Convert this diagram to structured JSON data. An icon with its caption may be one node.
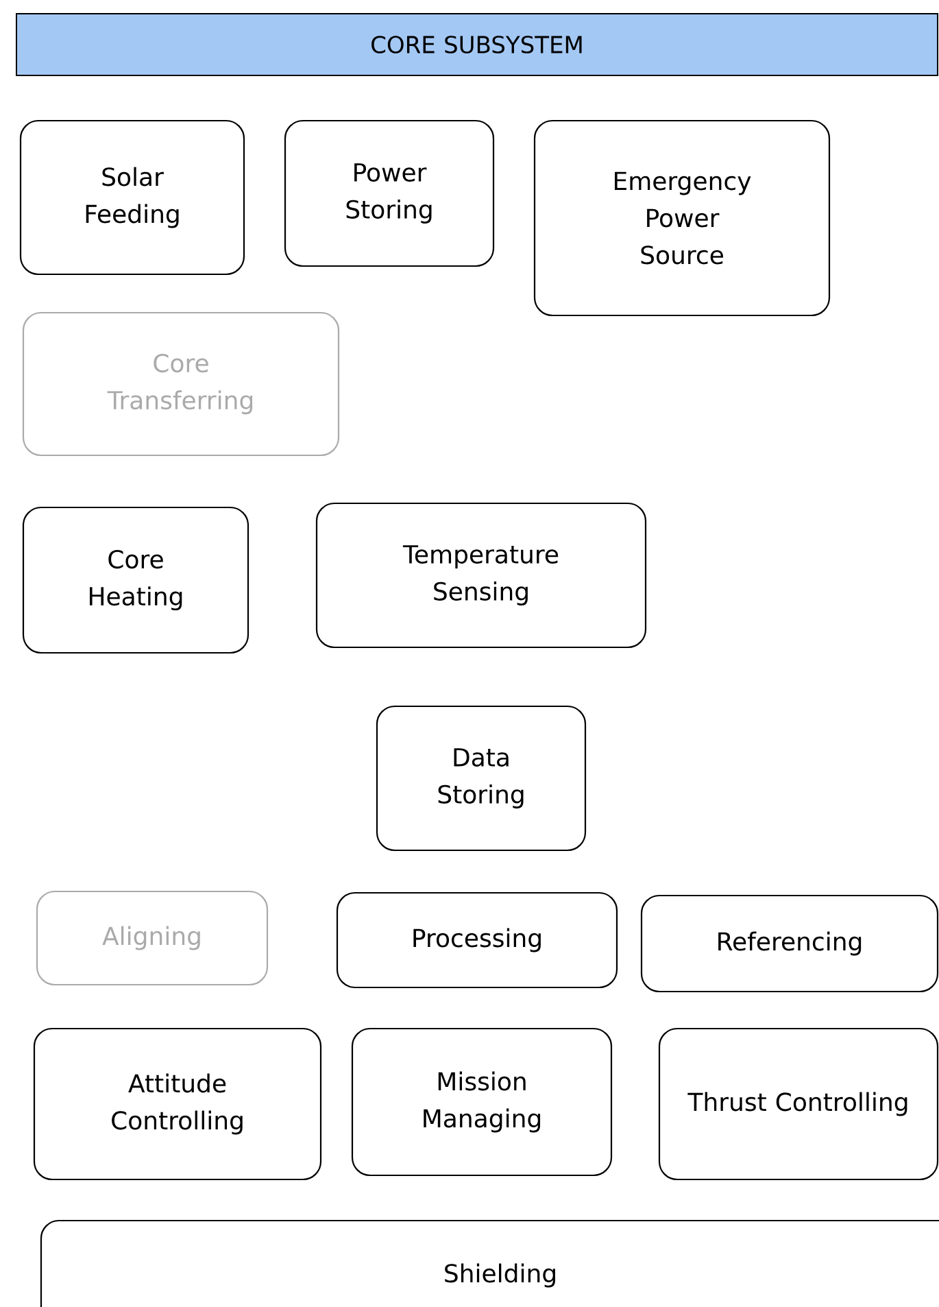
{
  "diagram": {
    "nodes": [
      {
        "text": [
          "CORE SUBSYSTEM"
        ]
      },
      {
        "text": [
          "Solar Feeding"
        ]
      },
      {
        "text": [
          "Power Storing"
        ]
      },
      {
        "text": [
          "Emergency Power Source"
        ]
      },
      {
        "text": [
          "Core Transferring"
        ]
      },
      {
        "text": [
          "Core Heating"
        ]
      },
      {
        "text": [
          "Temperature Sensing"
        ]
      },
      {
        "text": [
          "Data Storing"
        ]
      },
      {
        "text": [
          "Aligning"
        ]
      },
      {
        "text": [
          "Processing"
        ]
      },
      {
        "text": [
          "Referencing"
        ]
      },
      {
        "text": [
          "Attitude Controlling"
        ]
      },
      {
        "text": [
          "Mission Managing"
        ]
      },
      {
        "text": [
          "Thrust Controlling"
        ]
      },
      {
        "text": [
          "Shielding"
        ]
      }
    ]
  }
}
